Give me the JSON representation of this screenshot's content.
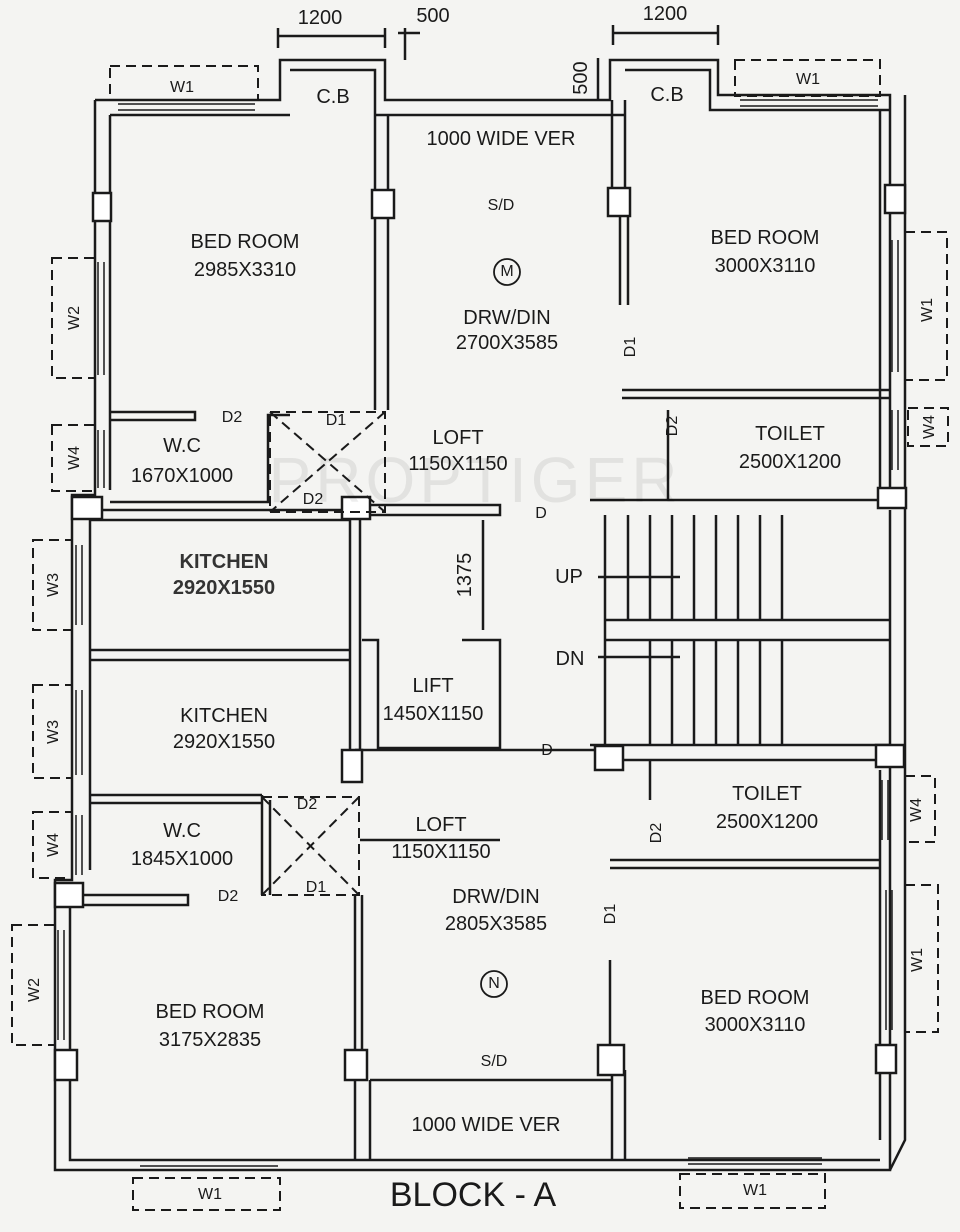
{
  "dimensions": {
    "top_left_width": "1200",
    "top_gap": "500",
    "top_right_width": "1200",
    "top_right_depth": "500",
    "stair_gap": "1375"
  },
  "watermark": "PROPTIGER",
  "title": "BLOCK - A",
  "flat_m": {
    "marker": "M",
    "cupboard_left": "C.B",
    "cupboard_right": "C.B",
    "verandah": "1000 WIDE VER",
    "sliding_door": "S/D",
    "bedroom_left": {
      "name": "BED ROOM",
      "size": "2985X3310"
    },
    "bedroom_right": {
      "name": "BED ROOM",
      "size": "3000X3110"
    },
    "drawing_dining": {
      "name": "DRW/DIN",
      "size": "2700X3585"
    },
    "wc": {
      "name": "W.C",
      "size": "1670X1000"
    },
    "loft": {
      "name": "LOFT",
      "size": "1150X1150"
    },
    "toilet": {
      "name": "TOILET",
      "size": "2500X1200"
    },
    "kitchen": {
      "name": "KITCHEN",
      "size": "2920X1550"
    }
  },
  "core": {
    "lift": {
      "name": "LIFT",
      "size": "1450X1150"
    },
    "up": "UP",
    "down": "DN"
  },
  "flat_n": {
    "marker": "N",
    "kitchen": {
      "name": "KITCHEN",
      "size": "2920X1550"
    },
    "toilet": {
      "name": "TOILET",
      "size": "2500X1200"
    },
    "wc": {
      "name": "W.C",
      "size": "1845X1000"
    },
    "loft": {
      "name": "LOFT",
      "size": "1150X1150"
    },
    "drawing_dining": {
      "name": "DRW/DIN",
      "size": "2805X3585"
    },
    "bedroom_left": {
      "name": "BED ROOM",
      "size": "3175X2835"
    },
    "bedroom_right": {
      "name": "BED ROOM",
      "size": "3000X3110"
    },
    "sliding_door": "S/D",
    "verandah": "1000 WIDE VER"
  },
  "doors": {
    "d1": "D1",
    "d2": "D2",
    "d": "D"
  },
  "windows": {
    "w1": "W1",
    "w2": "W2",
    "w3": "W3",
    "w4": "W4"
  }
}
